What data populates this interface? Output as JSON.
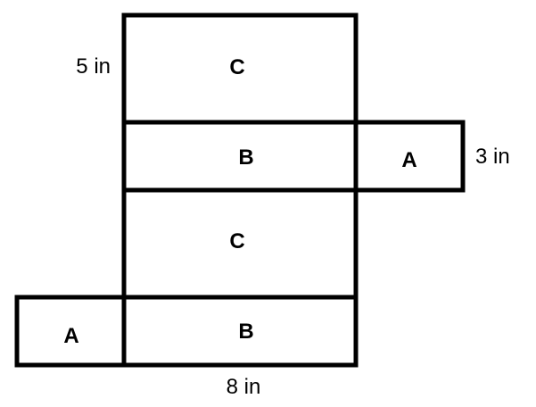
{
  "net": {
    "faces": [
      {
        "id": "c-top",
        "label": "C"
      },
      {
        "id": "b-upper",
        "label": "B"
      },
      {
        "id": "a-right",
        "label": "A"
      },
      {
        "id": "c-middle",
        "label": "C"
      },
      {
        "id": "a-left",
        "label": "A"
      },
      {
        "id": "b-lower",
        "label": "B"
      }
    ],
    "dimensions": {
      "height": "5 in",
      "depth": "3 in",
      "width": "8 in"
    }
  },
  "colors": {
    "stroke": "#000000",
    "fill": "#ffffff"
  }
}
